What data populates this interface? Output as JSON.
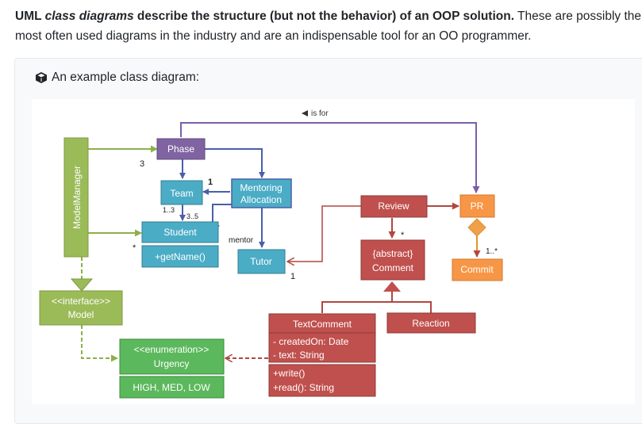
{
  "intro": {
    "bold_prefix": "UML ",
    "bold_italic": "class diagrams",
    "bold_suffix": " describe the structure (but not the behavior) of an OOP solution.",
    "rest": " These are possibly the most often used diagrams in the industry and are an indispensable tool for an OO programmer."
  },
  "panel": {
    "icon": "box-icon",
    "heading": "An example class diagram:"
  },
  "diagram": {
    "classes": {
      "model_manager": "ModelManager",
      "phase": "Phase",
      "team": "Team",
      "mentoring_allocation_1": "Mentoring",
      "mentoring_allocation_2": "Allocation",
      "student": "Student",
      "student_method": "+getName()",
      "tutor": "Tutor",
      "review": "Review",
      "pr": "PR",
      "comment_stereotype": "{abstract}",
      "comment": "Comment",
      "commit": "Commit",
      "model_stereotype": "<<interface>>",
      "model": "Model",
      "text_comment": "TextComment",
      "text_comment_attr1": "- createdOn: Date",
      "text_comment_attr2": "- text: String",
      "text_comment_method1": "+write()",
      "text_comment_method2": "+read(): String",
      "reaction": "Reaction",
      "urgency_stereotype": "<<enumeration>>",
      "urgency": "Urgency",
      "urgency_values": "HIGH, MED, LOW"
    },
    "labels": {
      "is_for": "is for",
      "mult_3": "3",
      "mult_1_team": "1",
      "mult_1_3": "1..3",
      "mult_3_5": "3..5",
      "mult_star_student": "*",
      "mentor": "mentor",
      "mult_1_tutor": "1",
      "mult_star_review": "*",
      "mult_1_star": "1..*"
    },
    "colors": {
      "green": "#9bbb59",
      "purple": "#8064a2",
      "blue": "#4bacc6",
      "red": "#c0504d",
      "orange": "#f79646"
    }
  }
}
